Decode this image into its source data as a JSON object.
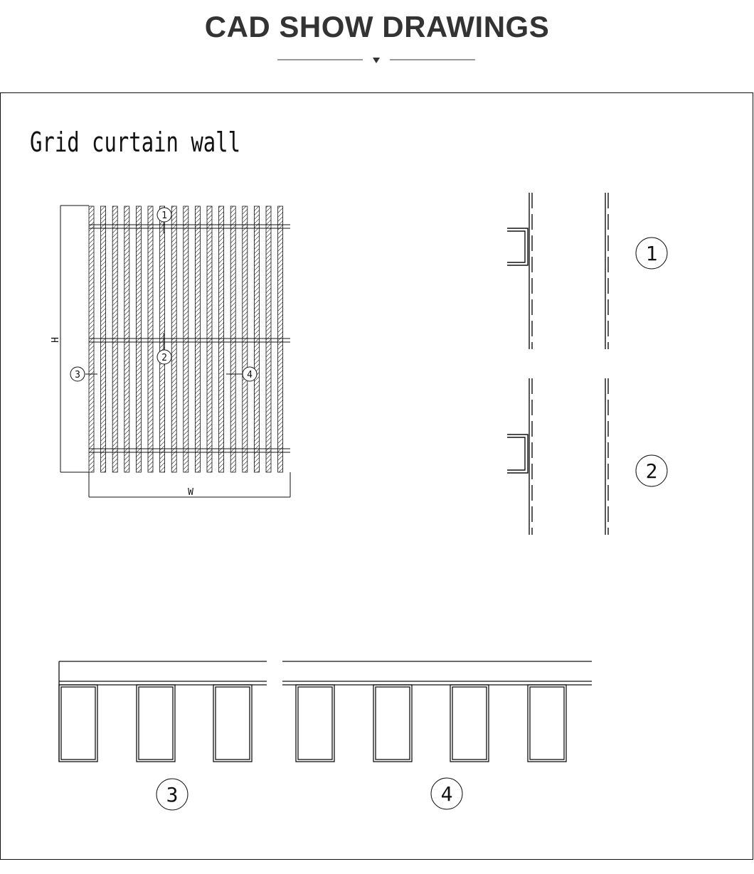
{
  "header": {
    "title": "CAD SHOW DRAWINGS"
  },
  "drawing": {
    "title": "Grid curtain wall",
    "dimensions": {
      "height_label": "H",
      "width_label": "W"
    },
    "markers": {
      "m1": "1",
      "m2": "2",
      "m3": "3",
      "m4": "4"
    }
  },
  "colors": {
    "line": "#111111",
    "title_text": "#333333",
    "background": "#ffffff"
  }
}
